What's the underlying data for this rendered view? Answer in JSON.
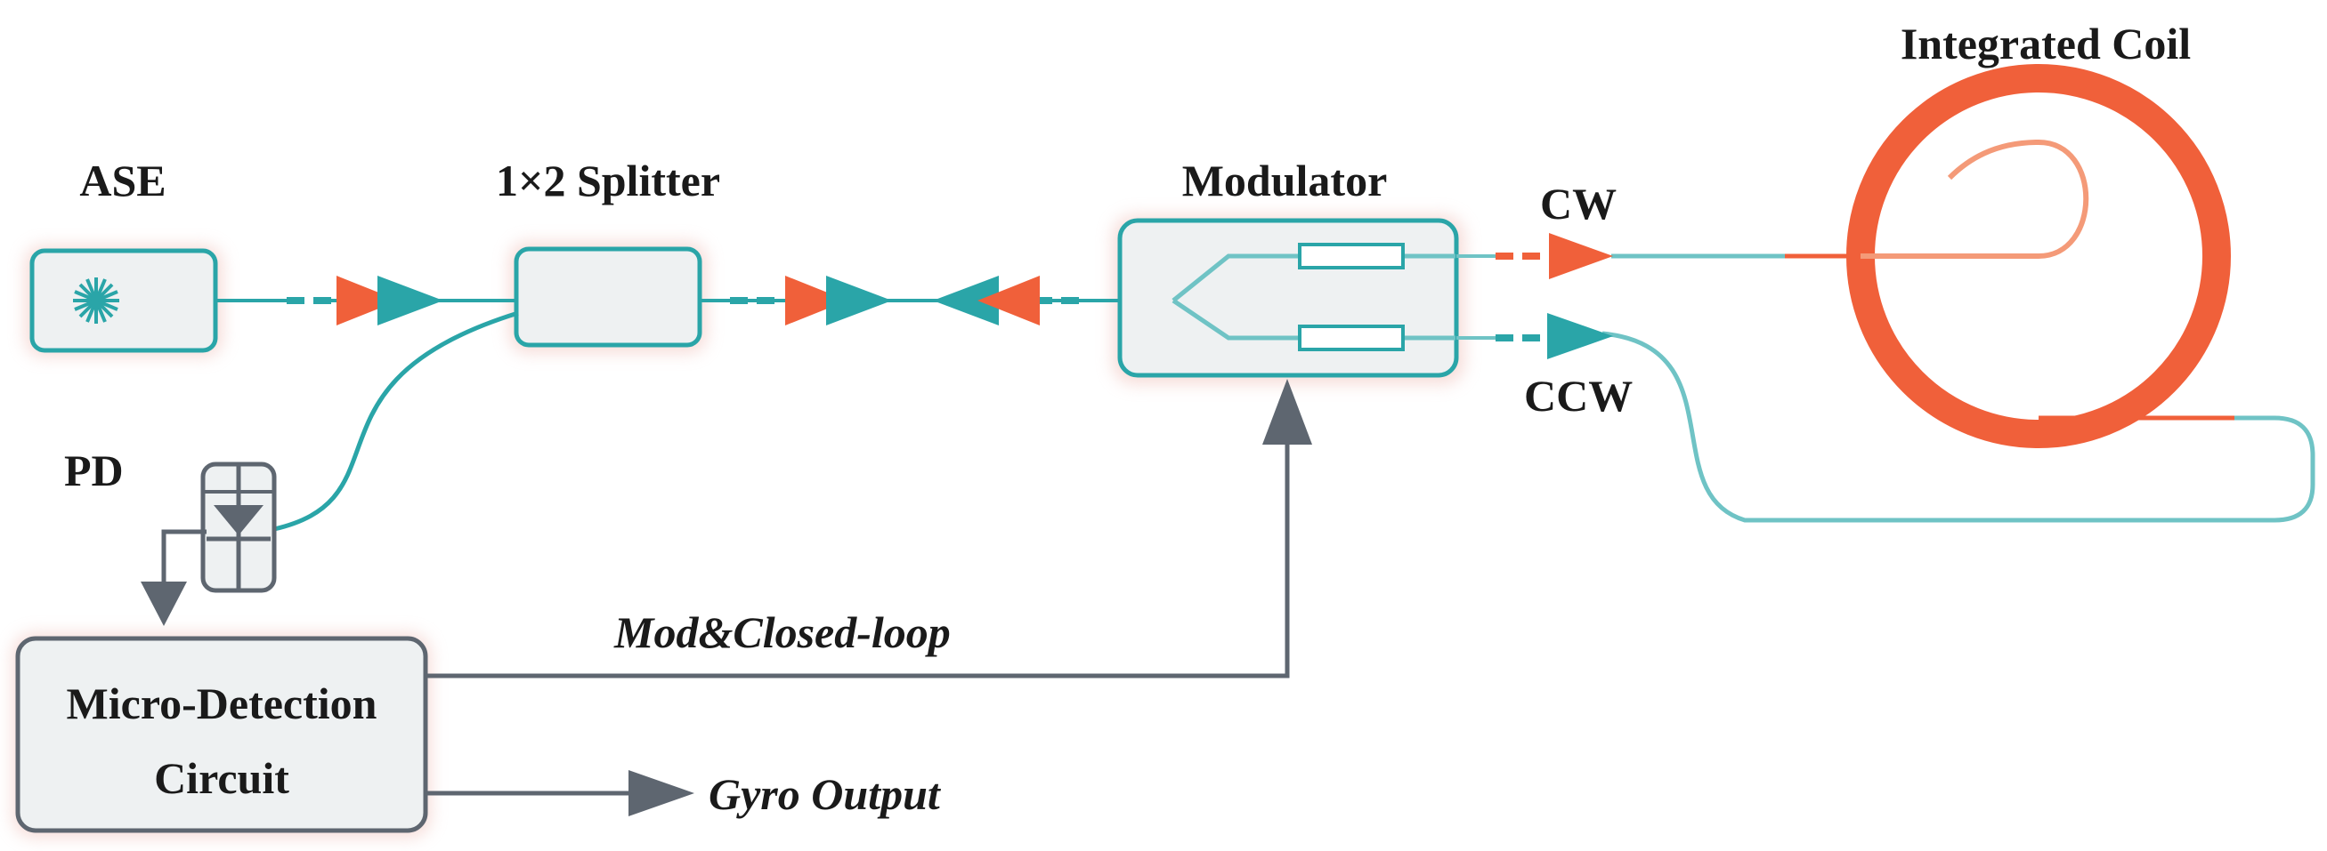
{
  "diagram": {
    "labels": {
      "ase": "ASE",
      "splitter": "1×2 Splitter",
      "modulator": "Modulator",
      "integrated_coil": "Integrated Coil",
      "cw": "CW",
      "ccw": "CCW",
      "pd": "PD",
      "circuit_line1": "Micro-Detection",
      "circuit_line2": "Circuit",
      "mod_closed_loop": "Mod&Closed-loop",
      "gyro_output": "Gyro Output"
    },
    "colors": {
      "fiber_teal": "#2aa5a8",
      "fiber_light": "#6fc3c5",
      "coil_orange": "#f0603a",
      "coil_light": "#f49a78",
      "signal_gray": "#5e6670",
      "box_fill": "#eef1f2",
      "glow": "#f1c6c0"
    },
    "icons": {
      "ase_source": "starburst-icon",
      "photodiode": "photodiode-icon"
    }
  }
}
